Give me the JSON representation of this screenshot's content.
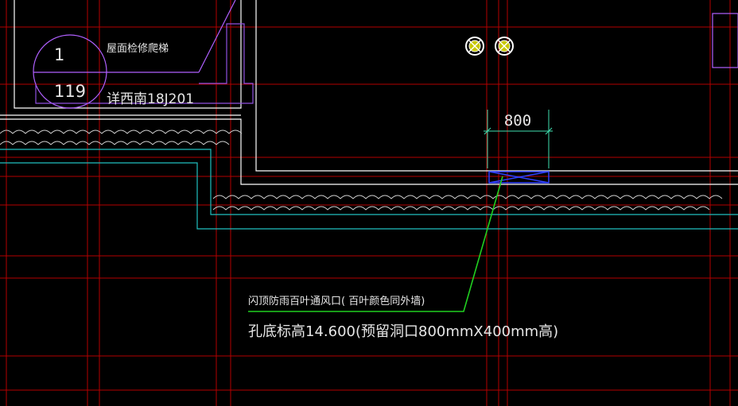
{
  "drawing": {
    "detail_symbol": {
      "number": "1",
      "sheet": "119",
      "title": "屋面检修爬梯",
      "reference": "详西南18J201"
    },
    "dimension": {
      "value": "800"
    },
    "note": {
      "line1": "闪顶防雨百叶通风口( 百叶颜色同外墙)",
      "line2": "孔底标高14.600(预留洞口800mmX400mm高)"
    },
    "colors": {
      "background": "#000000",
      "grid": "#b40000",
      "wall": "#ffffff",
      "cyan": "#20c0c0",
      "leader": "#20d020",
      "detail": "#b060ff",
      "opening": "#3040ff",
      "dimension": "#40e0b0"
    }
  }
}
